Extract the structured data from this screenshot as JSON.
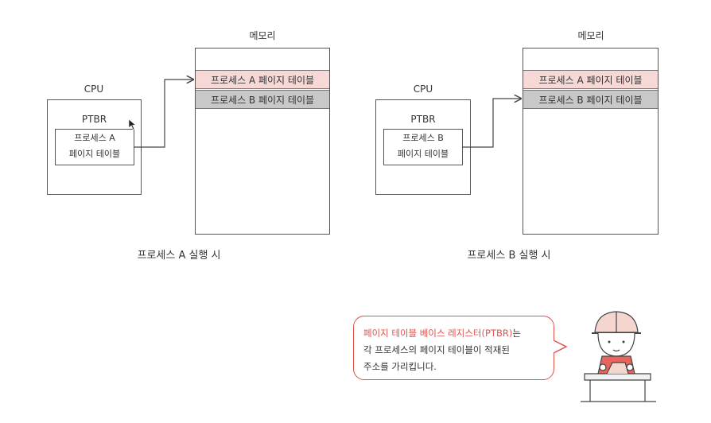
{
  "colors": {
    "process_a_row": "#f6d8d6",
    "process_b_row": "#c8c8c8",
    "accent": "#e0524a"
  },
  "left": {
    "cpu_label": "CPU",
    "memory_label": "메모리",
    "register_label": "PTBR",
    "register_value": [
      "프로세스 A",
      "페이지 테이블"
    ],
    "memory_rows": [
      "프로세스 A 페이지 테이블",
      "프로세스 B 페이지 테이블"
    ],
    "caption": "프로세스 A 실행 시"
  },
  "right": {
    "cpu_label": "CPU",
    "memory_label": "메모리",
    "register_label": "PTBR",
    "register_value": [
      "프로세스 B",
      "페이지 테이블"
    ],
    "memory_rows": [
      "프로세스 A 페이지 테이블",
      "프로세스 B 페이지 테이블"
    ],
    "caption": "프로세스 B 실행 시"
  },
  "bubble": {
    "highlight": "페이지 테이블 베이스 레지스터(PTBR)",
    "line1_rest": "는",
    "line2": "각 프로세스의 페이지 테이블이 적재된",
    "line3": "주소를 가리킵니다."
  },
  "icons": {
    "character": "worker-character-icon",
    "cursor": "mouse-pointer-icon"
  }
}
